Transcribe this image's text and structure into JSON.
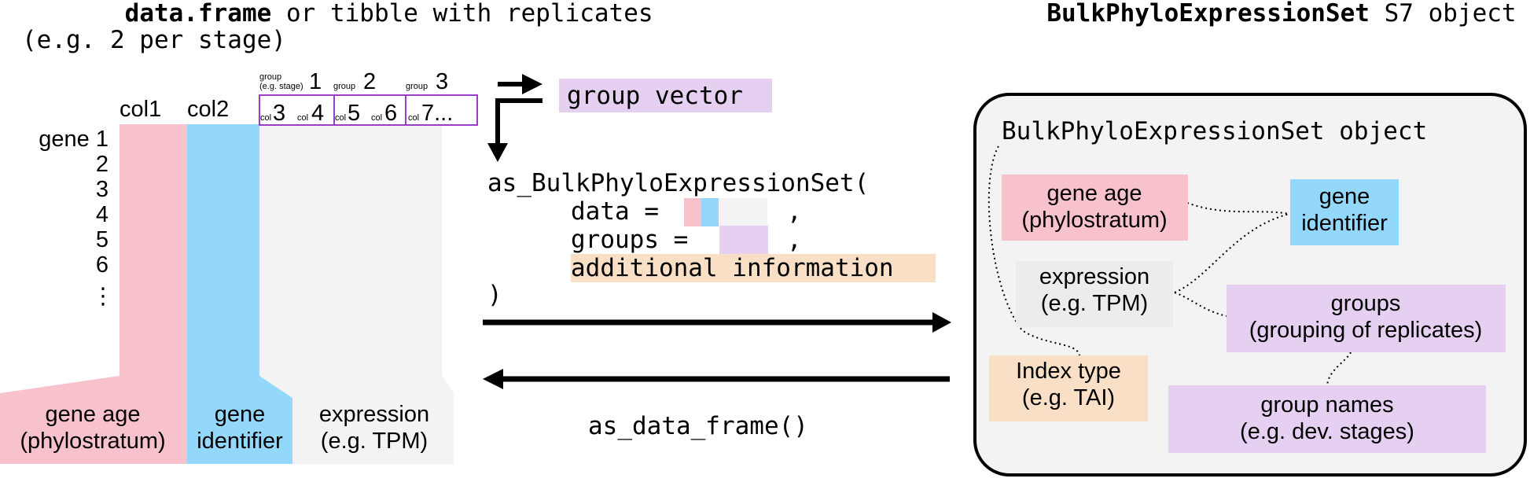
{
  "left": {
    "title_bold": "data.frame",
    "title_rest": " or tibble with replicates",
    "title_line2": "(e.g. 2 per stage)",
    "col1": "col1",
    "col2": "col2",
    "gene_first": "gene 1",
    "row_numbers": [
      "2",
      "3",
      "4",
      "5",
      "6"
    ],
    "row_ellipsis": "⋮",
    "groups": [
      {
        "small": "group",
        "small2": "(e.g. stage)",
        "num": "1"
      },
      {
        "small": "group",
        "small2": "",
        "num": "2"
      },
      {
        "small": "group",
        "small2": "",
        "num": "3"
      }
    ],
    "replicate_cols": [
      {
        "small": "col",
        "num": "3"
      },
      {
        "small": "col",
        "num": "4"
      },
      {
        "small": "col",
        "num": "5"
      },
      {
        "small": "col",
        "num": "6"
      },
      {
        "small": "col",
        "num": "7..."
      }
    ],
    "labels": {
      "gene_age_1": "gene age",
      "gene_age_2": "(phylostratum)",
      "gene_id_1": "gene",
      "gene_id_2": "identifier",
      "expression_1": "expression",
      "expression_2": "(e.g. TPM)"
    }
  },
  "middle": {
    "group_vector": "group vector",
    "code_line1": "as_BulkPhyloExpressionSet(",
    "code_data": "data = ",
    "code_comma1": ",",
    "code_groups": "groups = ",
    "code_comma2": ",",
    "code_additional": "additional information",
    "code_close": ")",
    "back_call": "as_data_frame()"
  },
  "right": {
    "title_bold": "BulkPhyloExpressionSet",
    "title_rest": " S7 object",
    "object_label": "BulkPhyloExpressionSet object",
    "gene_age_1": "gene age",
    "gene_age_2": "(phylostratum)",
    "gene_id_1": "gene",
    "gene_id_2": "identifier",
    "expression_1": "expression",
    "expression_2": "(e.g. TPM)",
    "groups_1": "groups",
    "groups_2": "(grouping of replicates)",
    "index_1": "Index type",
    "index_2": "(e.g. TAI)",
    "group_names_1": "group names",
    "group_names_2": "(e.g. dev. stages)"
  },
  "colors": {
    "pink": "#f8c2cc",
    "blue": "#93d7fb",
    "gray": "#f3f3f3",
    "purple": "#e5d0f1",
    "peach": "#f9dfc5",
    "purple_border": "#9b3dc9",
    "black": "#000000"
  }
}
